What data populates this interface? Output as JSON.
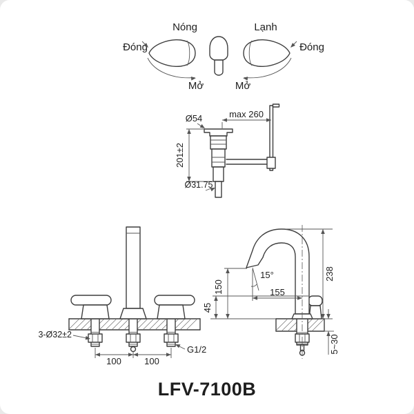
{
  "product": {
    "model": "LFV-7100B"
  },
  "handle_diagram": {
    "hot": "Nóng",
    "cold": "Lạnh",
    "close_left": "Đóng",
    "close_right": "Đóng",
    "open_left": "Mở",
    "open_right": "Mở"
  },
  "drain_detail": {
    "flange_diameter": "Ø54",
    "max_rod_length": "max 260",
    "body_height": "201±2",
    "tail_diameter": "Ø31.75"
  },
  "front_view": {
    "holes_label": "3-Ø32±2",
    "pitch_left": "100",
    "pitch_right": "100",
    "thread_size": "G1/2"
  },
  "side_view": {
    "outlet_height": "150",
    "spout_angle": "15°",
    "spout_reach": "155",
    "overall_height": "238",
    "handle_height": "45",
    "deck_thickness": "5~30"
  }
}
